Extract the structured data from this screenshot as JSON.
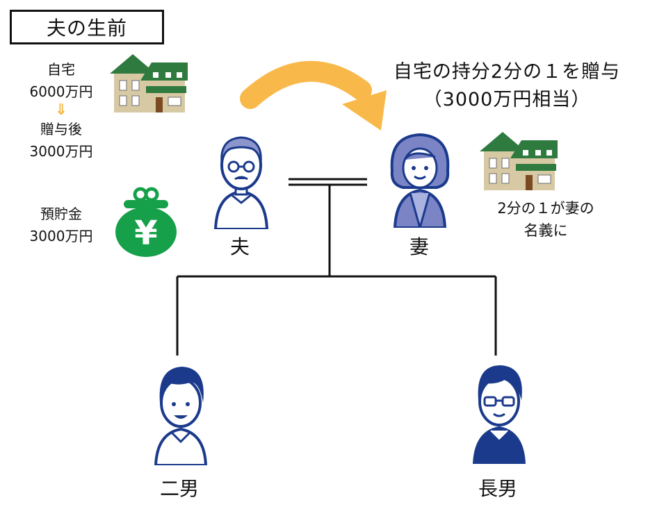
{
  "header": {
    "title": "夫の生前"
  },
  "assets": {
    "house_label": "自宅",
    "house_value": "6000万円",
    "after_label": "贈与後",
    "after_value": "3000万円",
    "savings_label": "預貯金",
    "savings_value": "3000万円",
    "yen_symbol": "¥"
  },
  "gift": {
    "line1": "自宅の持分2分の１を贈与",
    "line2": "（3000万円相当）",
    "arrow_color": "#f9b94a"
  },
  "wife_note": {
    "line1": "2分の１が妻の",
    "line2": "名義に"
  },
  "people": {
    "husband": "夫",
    "wife": "妻",
    "second_son": "二男",
    "eldest_son": "長男"
  },
  "colors": {
    "navy": "#1b3a8c",
    "wife_purple": "#7b84c4",
    "house_wall": "#d8c9a5",
    "roof_green": "#2f7a3e",
    "purse_green": "#16a04a",
    "arrow": "#f9b94a"
  }
}
